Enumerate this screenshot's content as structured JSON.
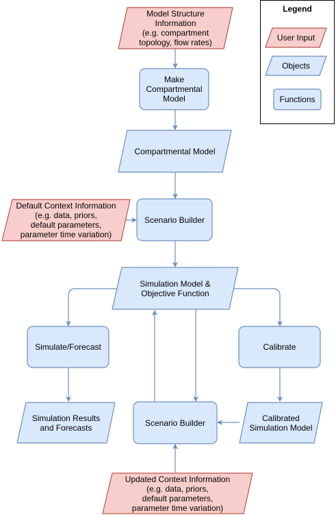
{
  "colors": {
    "user_input_fill": "#f8cecc",
    "user_input_stroke": "#b85450",
    "object_fill": "#dae8fc",
    "object_stroke": "#6c8ebf",
    "edge": "#6c8ebf"
  },
  "legend": {
    "title": "Legend",
    "user_input": "User Input",
    "objects": "Objects",
    "functions": "Functions"
  },
  "nodes": {
    "model_structure_info": "Model Structure\nInformation\n(e.g. compartment\ntopology, flow rates)",
    "make_compartmental_model": "Make\nCompartmental\nModel",
    "compartmental_model": "Compartmental Model",
    "default_context_info": "Default Context Information\n(e.g. data, priors,\ndefault parameters,\nparameter time variation)",
    "scenario_builder_top": "Scenario Builder",
    "simulation_model": "Simulation Model &\nObjective Function",
    "simulate_forecast": "Simulate/Forecast",
    "calibrate": "Calibrate",
    "simulation_results": "Simulation Results\nand Forecasts",
    "scenario_builder_bottom": "Scenario Builder",
    "calibrated_model": "Calibrated\nSimulation Model",
    "updated_context_info": "Updated Context Information\n(e.g. data, priors,\ndefault parameters,\nparameter time variation)"
  }
}
